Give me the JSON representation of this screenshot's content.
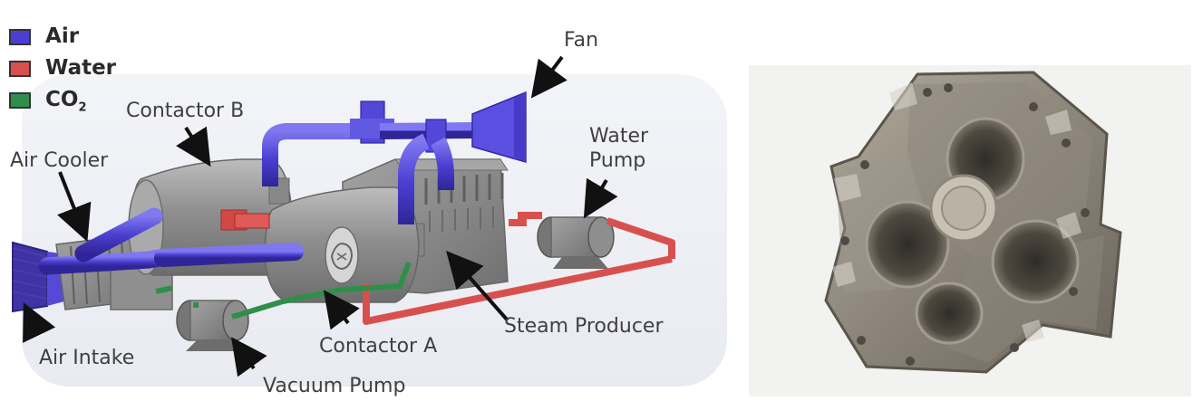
{
  "legend": {
    "items": [
      {
        "label": "Air",
        "color": "#4b3fd1"
      },
      {
        "label": "Water",
        "color": "#d8504e"
      },
      {
        "label": "CO2",
        "label_main": "CO",
        "label_sub": "2",
        "color": "#2f8f49"
      }
    ]
  },
  "callouts": {
    "fan": "Fan",
    "contactor_b": "Contactor B",
    "air_cooler": "Air Cooler",
    "water_pump_line1": "Water",
    "water_pump_line2": "Pump",
    "air_intake": "Air Intake",
    "vacuum_pump": "Vacuum Pump",
    "contactor_a": "Contactor A",
    "steam_producer": "Steam Producer"
  },
  "colors": {
    "air": "#4b3fd1",
    "water": "#d8504e",
    "co2": "#2f8f49",
    "equipment": "#8b8b8b",
    "equipment_dark": "#5f5f5f",
    "background_panel": "#eef0f6",
    "photo_background": "#f2f2f0",
    "photo_metal": "#9b9588"
  },
  "icons": {
    "arrow": "callout-arrow",
    "logo": "ge-logo",
    "fan": "fan",
    "pump": "pump"
  }
}
